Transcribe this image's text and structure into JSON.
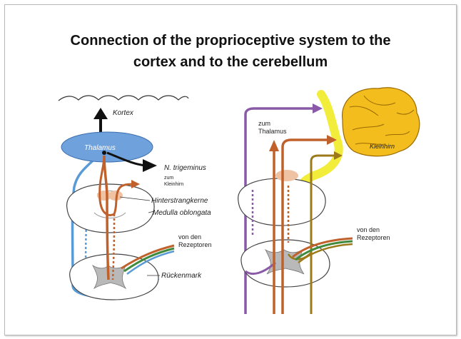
{
  "title": {
    "line1": "Connection of the proprioceptive system to the",
    "line2": "cortex and to the cerebellum"
  },
  "left_diagram": {
    "cortex": "Kortex",
    "thalamus": "Thalamus",
    "trigeminus": "N. trigeminus",
    "to_cerebellum_line1": "zum",
    "to_cerebellum_line2": "Kleinhirn",
    "nuclei": "Hinterstrangkerne",
    "medulla": "Medulla oblongata",
    "receptors_line1": "von den",
    "receptors_line2": "Rezeptoren",
    "spinal_cord": "Rückenmark"
  },
  "right_diagram": {
    "to_thalamus_line1": "zum",
    "to_thalamus_line2": "Thalamus",
    "cerebellum": "Kleinhirn",
    "receptors_line1": "von den",
    "receptors_line2": "Rezeptoren"
  },
  "colors": {
    "thalamus_fill": "#6fa1dc",
    "blue_path": "#5b9bd5",
    "orange_path": "#c0602a",
    "purple_path": "#8a5aa8",
    "olive_path": "#9c7a1a",
    "green_path": "#3f8a3c",
    "yellow_tract": "#f2ec3a",
    "cerebellum_fill": "#f3bd1e",
    "nucleus_fill": "#f0c2a4"
  }
}
